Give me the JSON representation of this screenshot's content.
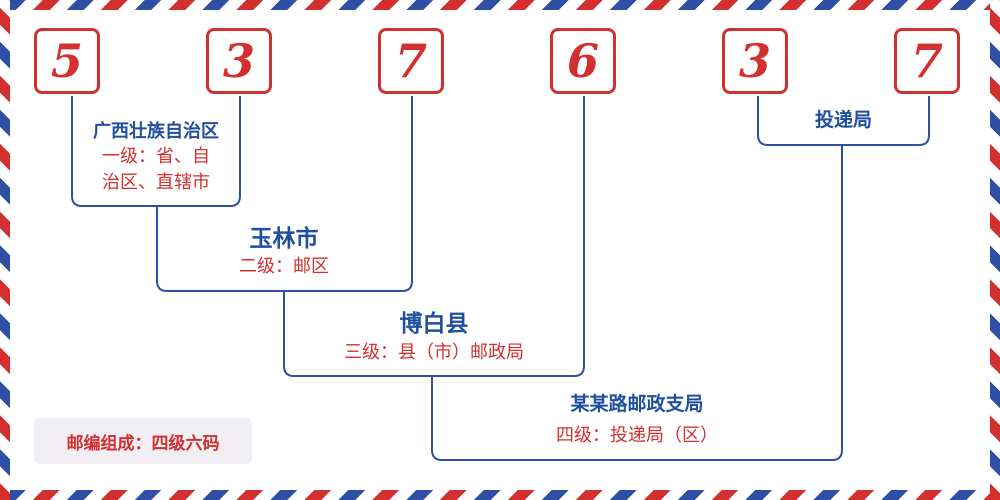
{
  "digits": [
    "5",
    "3",
    "7",
    "6",
    "3",
    "7"
  ],
  "level1": {
    "name": "广西壮族自治区",
    "desc_line1": "一级：省、自",
    "desc_line2": "治区、直辖市"
  },
  "level2": {
    "name": "玉林市",
    "desc": "二级：邮区"
  },
  "level3": {
    "name": "博白县",
    "desc": "三级：县（市）邮政局"
  },
  "level4": {
    "name": "某某路邮政支局",
    "desc": "四级：投递局（区）"
  },
  "delivery": {
    "name": "投递局"
  },
  "composition": "邮编组成：四级六码",
  "colors": {
    "red": "#d32f2f",
    "blue": "#2f4fa5",
    "navy": "#1f4f9e"
  }
}
